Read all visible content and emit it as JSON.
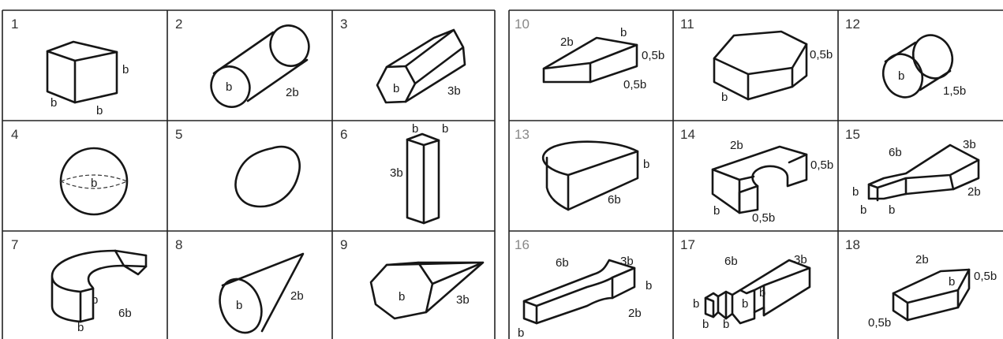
{
  "cells": [
    {
      "number": "1",
      "labels": [
        "b",
        "b",
        "b"
      ]
    },
    {
      "number": "2",
      "labels": [
        "b",
        "2b"
      ]
    },
    {
      "number": "3",
      "labels": [
        "b",
        "3b"
      ]
    },
    {
      "number": "4",
      "labels": [
        "b"
      ]
    },
    {
      "number": "5",
      "labels": []
    },
    {
      "number": "6",
      "labels": [
        "b",
        "b",
        "3b"
      ]
    },
    {
      "number": "7",
      "labels": [
        "b",
        "b",
        "6b"
      ]
    },
    {
      "number": "8",
      "labels": [
        "b",
        "2b"
      ]
    },
    {
      "number": "9",
      "labels": [
        "b",
        "3b"
      ]
    },
    {
      "number": "10",
      "labels": [
        "2b",
        "b",
        "0,5b",
        "0,5b"
      ]
    },
    {
      "number": "11",
      "labels": [
        "0,5b",
        "b"
      ]
    },
    {
      "number": "12",
      "labels": [
        "b",
        "1,5b"
      ]
    },
    {
      "number": "13",
      "labels": [
        "b",
        "6b"
      ]
    },
    {
      "number": "14",
      "labels": [
        "2b",
        "0,5b",
        "b",
        "0,5b"
      ]
    },
    {
      "number": "15",
      "labels": [
        "6b",
        "3b",
        "b",
        "b",
        "b",
        "2b"
      ]
    },
    {
      "number": "16",
      "labels": [
        "6b",
        "3b",
        "b",
        "2b",
        "b"
      ]
    },
    {
      "number": "17",
      "labels": [
        "6b",
        "3b",
        "b",
        "b",
        "b",
        "b",
        "b"
      ]
    },
    {
      "number": "18",
      "labels": [
        "2b",
        "b",
        "0,5b",
        "0,5b"
      ]
    }
  ]
}
